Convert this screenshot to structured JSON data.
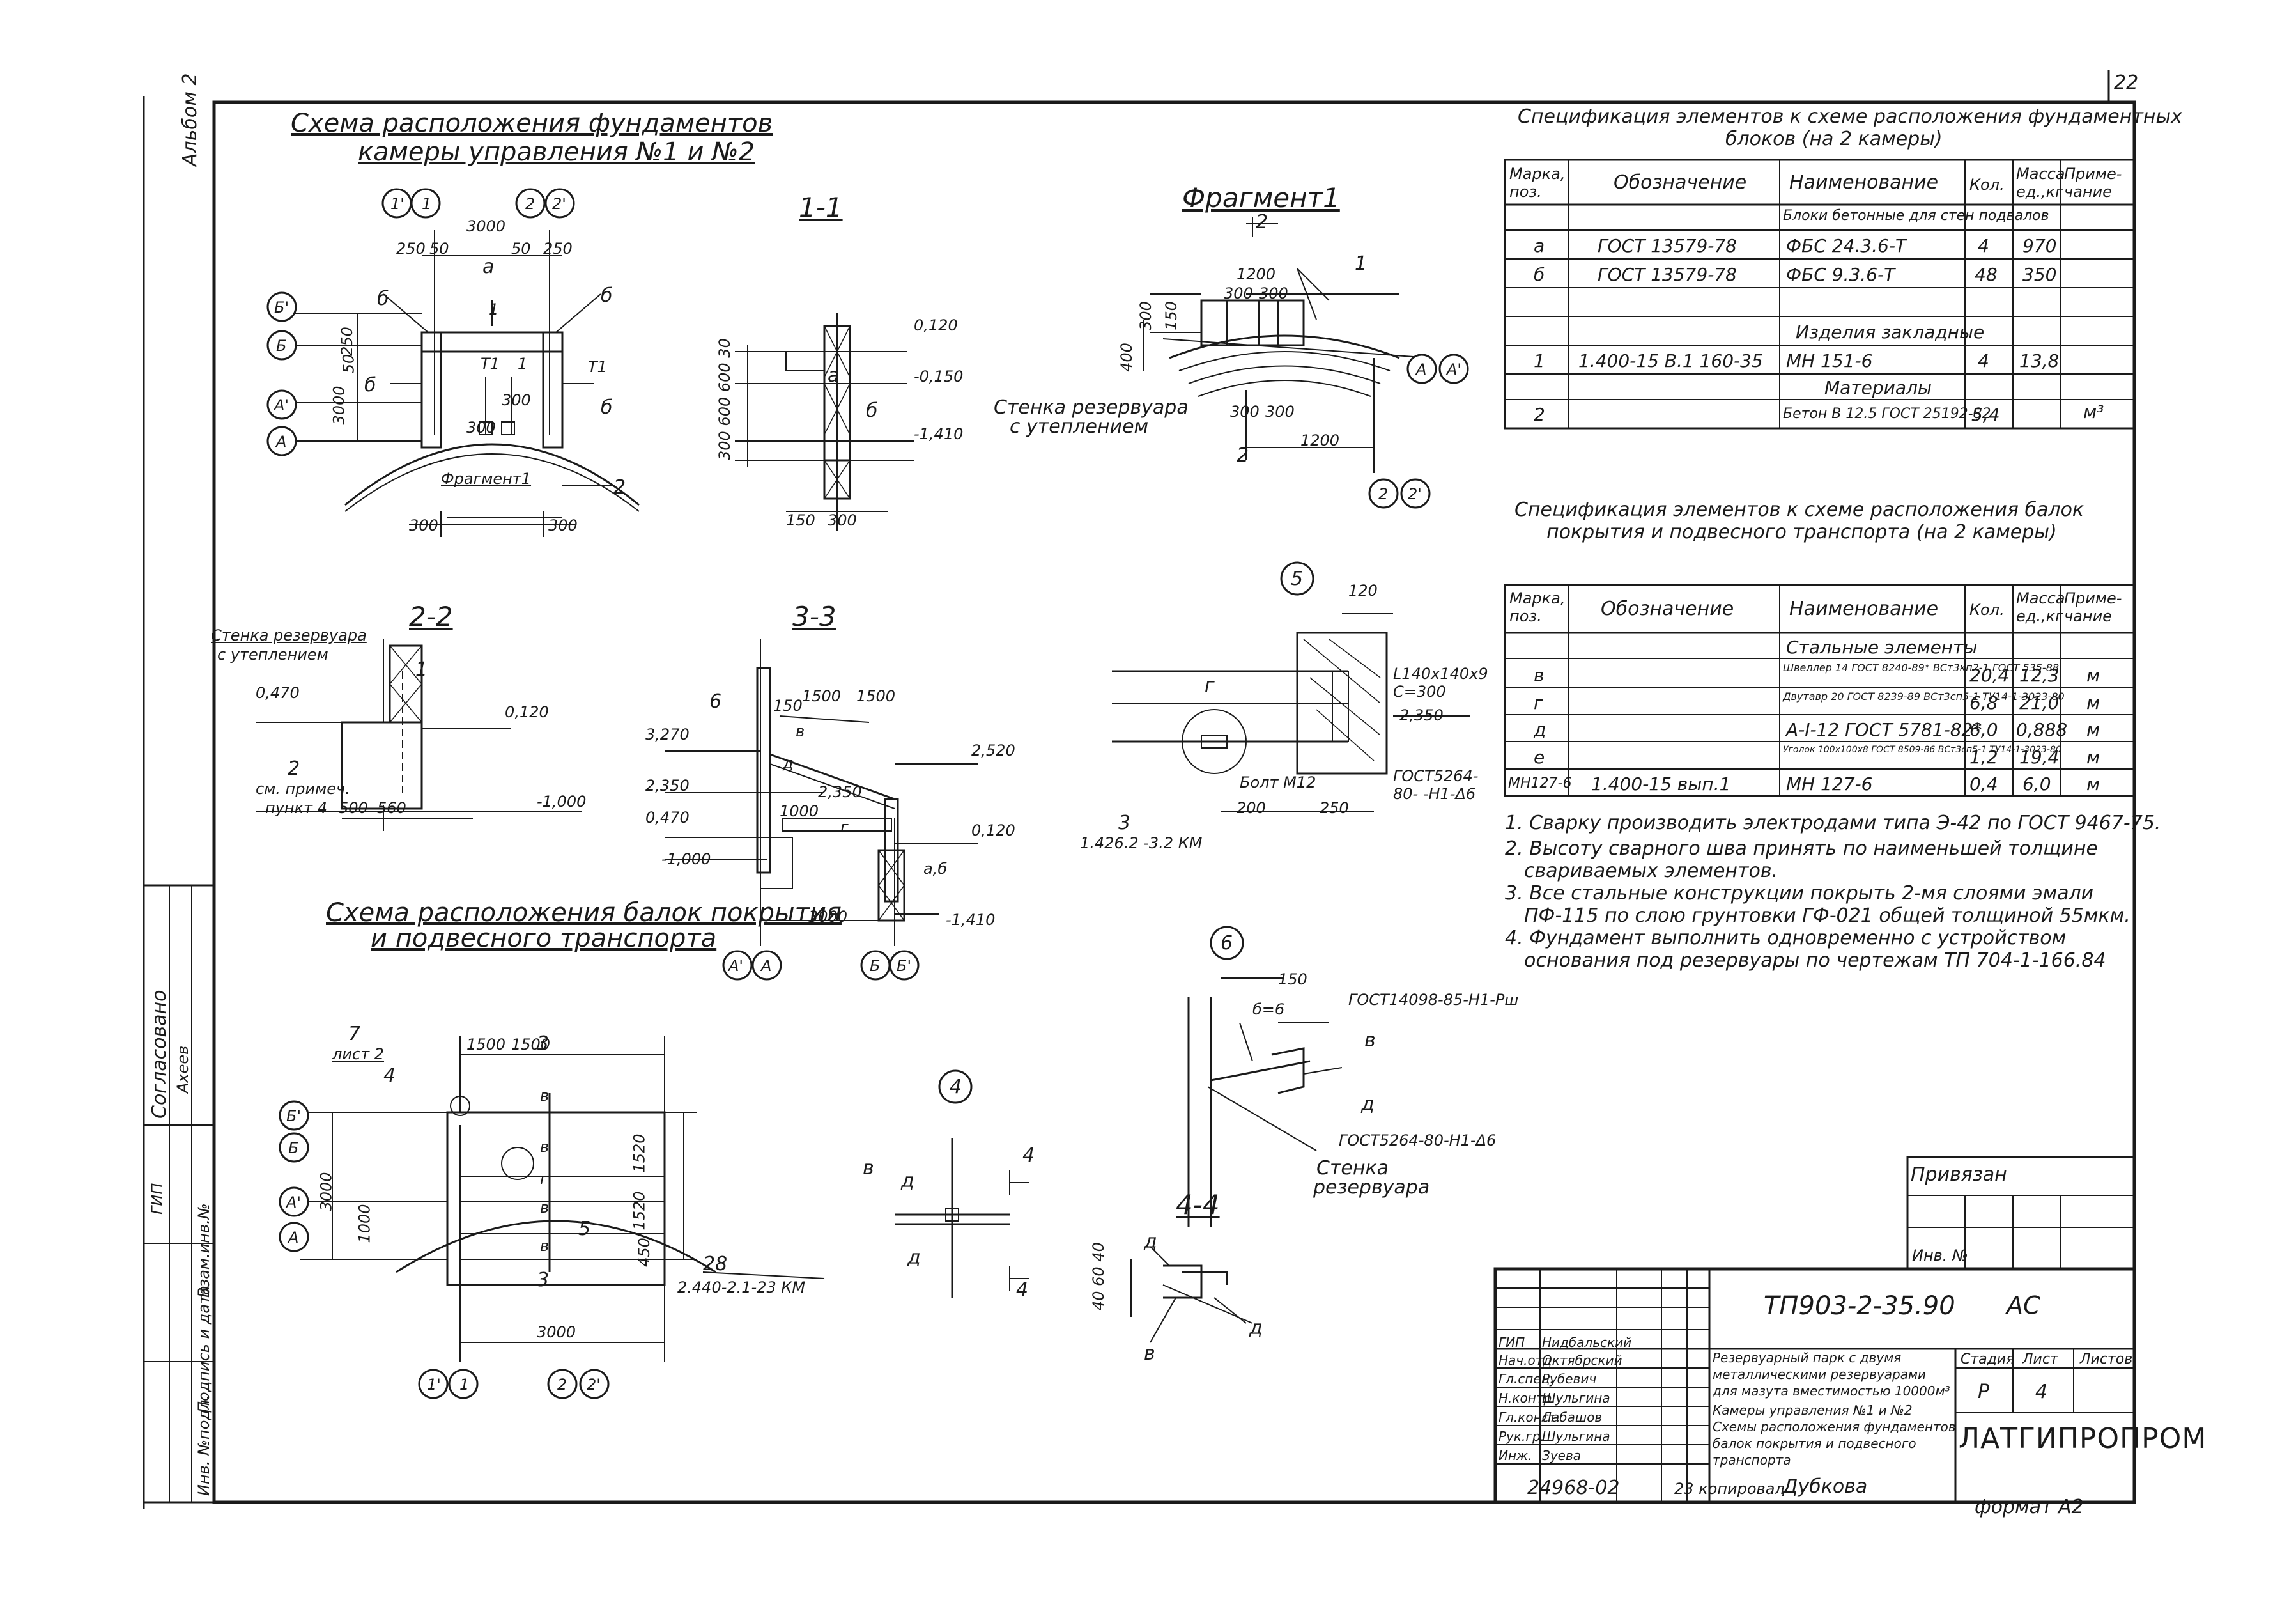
{
  "page_number": "22",
  "album": "Альбом 2",
  "foundation_scheme": {
    "title": "Схема расположения фундаментов камеры управления №1 и №2",
    "title_line1": "Схема расположения фундаментов",
    "title_line2": "камеры управления №1 и №2",
    "dims": [
      "3000",
      "250",
      "50",
      "50",
      "250",
      "250",
      "50",
      "3000",
      "300",
      "300",
      "300",
      "300"
    ],
    "axes": [
      "1'",
      "1",
      "2",
      "2'",
      "Б'",
      "Б",
      "А'",
      "А"
    ],
    "marks": [
      "а",
      "б",
      "б",
      "б",
      "б",
      "Т1",
      "Т1",
      "1",
      "1",
      "2"
    ],
    "fragment_label": "Фрагмент1"
  },
  "section_1_1": {
    "title": "1-1",
    "levels": [
      "0,120",
      "-0,150",
      "-1,410"
    ],
    "dims": [
      "300 600 600 30",
      "150",
      "300"
    ],
    "marks": [
      "а",
      "б"
    ]
  },
  "fragment_1": {
    "title": "Фрагмент1",
    "mark": "2",
    "dims": [
      "1200",
      "300",
      "300",
      "300",
      "150",
      "400",
      "300",
      "300",
      "1200"
    ],
    "wall_label_line1": "Стенка резервуара",
    "wall_label_line2": "с утеплением",
    "axes": [
      "А",
      "А'",
      "2",
      "2'"
    ],
    "marks": [
      "1",
      "2"
    ]
  },
  "spec_foundation": {
    "title_line1": "Спецификация элементов к схеме расположения фундаментных",
    "title_line2": "блоков (на 2 камеры)",
    "headers": [
      "Марка, поз.",
      "Обозначение",
      "Наименование",
      "Кол.",
      "Масса ед.,кг",
      "Приме- чание"
    ],
    "rows": [
      [
        "",
        "",
        "Блоки бетонные для стен подвалов",
        "",
        "",
        ""
      ],
      [
        "а",
        "ГОСТ 13579-78",
        "ФБС 24.3.6-Т",
        "4",
        "970",
        ""
      ],
      [
        "б",
        "ГОСТ 13579-78",
        "ФБС 9.3.6-Т",
        "48",
        "350",
        ""
      ],
      [
        "",
        "",
        "",
        "",
        "",
        ""
      ],
      [
        "",
        "",
        "Изделия закладные",
        "",
        "",
        ""
      ],
      [
        "1",
        "1.400-15 В.1 160-35",
        "МН 151-6",
        "4",
        "13,8",
        ""
      ],
      [
        "",
        "",
        "Материалы",
        "",
        "",
        ""
      ],
      [
        "2",
        "",
        "Бетон В 12.5 ГОСТ 25192-82",
        "5,4",
        "",
        "м³"
      ]
    ]
  },
  "spec_beams": {
    "title_line1": "Спецификация элементов к схеме расположения балок",
    "title_line2": "покрытия и подвесного транспорта (на 2 камеры)",
    "headers": [
      "Марка, поз.",
      "Обозначение",
      "Наименование",
      "Кол.",
      "Масса ед.,кг",
      "Приме- чание"
    ],
    "rows": [
      [
        "",
        "",
        "Стальные элементы",
        "",
        "",
        ""
      ],
      [
        "в",
        "",
        "Швеллер 14 ГОСТ 8240-89* ВСт3кп2-1 ГОСТ 535-88",
        "20,4",
        "12,3",
        "м"
      ],
      [
        "г",
        "",
        "Двутавр 20 ГОСТ 8239-89 ВСт3сп5-1 ТУ14-1-3023-80",
        "6,8",
        "21,0",
        "м"
      ],
      [
        "д",
        "",
        "А-I-12 ГОСТ 5781-82*",
        "6,0",
        "0,888",
        "м"
      ],
      [
        "е",
        "",
        "Уголок 100х100х8 ГОСТ 8509-86 ВСт3сп5-1 ТУ14-1-3023-80",
        "1,2",
        "19,4",
        "м"
      ],
      [
        "МН127-6",
        "1.400-15 вып.1",
        "МН 127-6",
        "0,4",
        "6,0",
        "м"
      ]
    ]
  },
  "notes": [
    "1. Сварку производить электродами типа Э-42 по ГОСТ 9467-75.",
    "2. Высоту сварного шва принять по наименьшей толщине",
    "свариваемых элементов.",
    "3. Все стальные конструкции покрыть 2-мя слоями эмали",
    "ПФ-115 по слою грунтовки ГФ-021 общей толщиной 55мкм.",
    "4. Фундамент выполнить одновременно с устройством",
    "основания под резервуары по чертежам ТП 704-1-166.84"
  ],
  "section_2_2": {
    "title": "2-2",
    "wall_label_line1": "Стенка резервуара",
    "wall_label_line2": "с утеплением",
    "levels": [
      "0,470",
      "0,120",
      "-1,000"
    ],
    "mark": "1",
    "note_line1": "2",
    "note_line2": "см. примеч.",
    "note_line3": "пункт 4",
    "dims": [
      "500",
      "560"
    ]
  },
  "section_3_3": {
    "title": "3-3",
    "levels": [
      "3,270",
      "2,520",
      "2,350",
      "2,350",
      "0,470",
      "0,120",
      "-1,000",
      "-1,410"
    ],
    "dims": [
      "150",
      "1500",
      "1500",
      "1000",
      "3000"
    ],
    "marks": [
      "6",
      "в",
      "д",
      "г",
      "а,б"
    ],
    "axes": [
      "А'",
      "А",
      "Б",
      "Б'"
    ]
  },
  "node_5": {
    "number": "5",
    "dims": [
      "120",
      "200",
      "250"
    ],
    "labels": [
      "L140x140x9 С=300",
      "2,350",
      "ГОСТ5264-80- -Н1-Δ6",
      "Болт М12",
      "г"
    ],
    "ref_line1": "3",
    "ref_line2": "1.426.2 -3.2 КМ"
  },
  "beam_scheme": {
    "title_line1": "Схема расположения балок покрытия",
    "title_line2": "и подвесного транспорта",
    "dims": [
      "1500",
      "1500",
      "3000",
      "1000",
      "1520",
      "1520",
      "450",
      "3000"
    ],
    "axes": [
      "Б'",
      "Б",
      "А'",
      "А",
      "1'",
      "1",
      "2",
      "2'"
    ],
    "marks": [
      "7",
      "лист 2",
      "4",
      "3",
      "3",
      "5",
      "в",
      "в",
      "г",
      "в",
      "в"
    ],
    "ref_line1": "28",
    "ref_line2": "2.440-2.1-23 КМ"
  },
  "node_4": {
    "number": "4",
    "marks": [
      "в",
      "д",
      "д"
    ],
    "cut": "4"
  },
  "node_6": {
    "number": "6",
    "dims": [
      "150",
      "б=6"
    ],
    "labels": [
      "ГОСТ14098-85-Н1-Рш",
      "в",
      "д",
      "ГОСТ5264-80-Н1-Δ6"
    ],
    "wall_line1": "Стенка",
    "wall_line2": "резервуара"
  },
  "section_4_4": {
    "title": "4-4",
    "dims": "40 60 40",
    "marks": [
      "д",
      "д",
      "в"
    ]
  },
  "approval_block": {
    "label1": "Согласовано",
    "label2": "Ахеев",
    "label3": "ГИП",
    "col_labels": [
      "Инв. №подл.",
      "Подпись и дата",
      "Взам.инв.№"
    ]
  },
  "binding_block": {
    "label1": "Привязан",
    "label2": "Инв. №"
  },
  "title_block": {
    "code": "ТП903-2-35.90",
    "sheet_type": "АС",
    "description_line1": "Резервуарный парк с двумя",
    "description_line2": "металлическими резервуарами",
    "description_line3": "для мазута вместимостью 10000м³",
    "description_line4": "Камеры управления №1 и №2",
    "description_line5": "Схемы расположения фундаментов",
    "description_line6": "балок покрытия и подвесного",
    "description_line7": "транспорта",
    "stage_label": "Стадия",
    "sheet_label": "Лист",
    "sheets_label": "Листов",
    "stage": "Р",
    "sheet": "4",
    "org": "ЛАТГИПРОПРОМ",
    "roles": [
      {
        "role": "ГИП",
        "name": "Нидбальский"
      },
      {
        "role": "Нач.отд.",
        "name": "Октябрский"
      },
      {
        "role": "Гл.спец.",
        "name": "Рубевич"
      },
      {
        "role": "Н.контр.",
        "name": "Шульгина"
      },
      {
        "role": "Гл.конст.",
        "name": "Лабашов"
      },
      {
        "role": "Рук.гр.",
        "name": "Шульгина"
      },
      {
        "role": "Инж.",
        "name": "Зуева"
      }
    ],
    "footer_number": "24968-02",
    "footer_copied": "23 копировал",
    "footer_signature": "Дубкова",
    "format": "формат А2"
  }
}
